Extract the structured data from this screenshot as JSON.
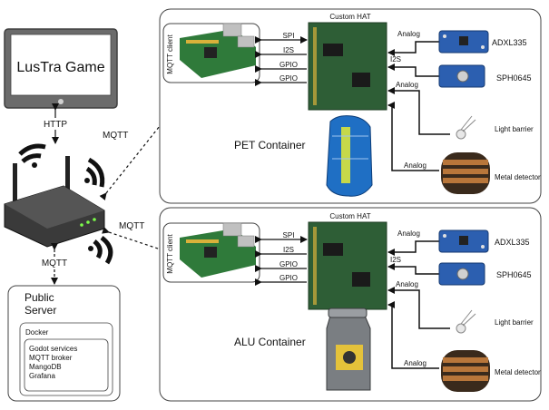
{
  "tablet": {
    "label": "LusTra Game"
  },
  "links": {
    "http": "HTTP",
    "mqtt_top": "MQTT",
    "mqtt_mid": "MQTT",
    "mqtt_bottom": "MQTT"
  },
  "server": {
    "title_line1": "Public",
    "title_line2": "Server",
    "docker_label": "Docker",
    "services": [
      "Godot services",
      "MQTT broker",
      "MangoDB",
      "Grafana"
    ]
  },
  "containers": [
    {
      "name": "PET Container",
      "mqtt_client": "MQTT client",
      "hat": "Custom HAT",
      "buses": [
        "SPI",
        "I2S",
        "GPIO",
        "GPIO"
      ],
      "signals": [
        "Analog",
        "I2S",
        "Analog",
        "Analog"
      ],
      "sensors": [
        "ADXL335",
        "SPH0645",
        "Light barrier",
        "Metal detector"
      ]
    },
    {
      "name": "ALU Container",
      "mqtt_client": "MQTT client",
      "hat": "Custom HAT",
      "buses": [
        "SPI",
        "I2S",
        "GPIO",
        "GPIO"
      ],
      "signals": [
        "Analog",
        "I2S",
        "Analog",
        "Analog"
      ],
      "sensors": [
        "ADXL335",
        "SPH0645",
        "Light barrier",
        "Metal detector"
      ]
    }
  ],
  "colors": {
    "pcb_green": "#2f7a3a",
    "hat_green": "#2e5e36",
    "sensor_blue": "#2c5fb0",
    "bottle_blue": "#1f6fc4",
    "can_grey": "#7a7e82",
    "coil_orange": "#b8763a"
  }
}
